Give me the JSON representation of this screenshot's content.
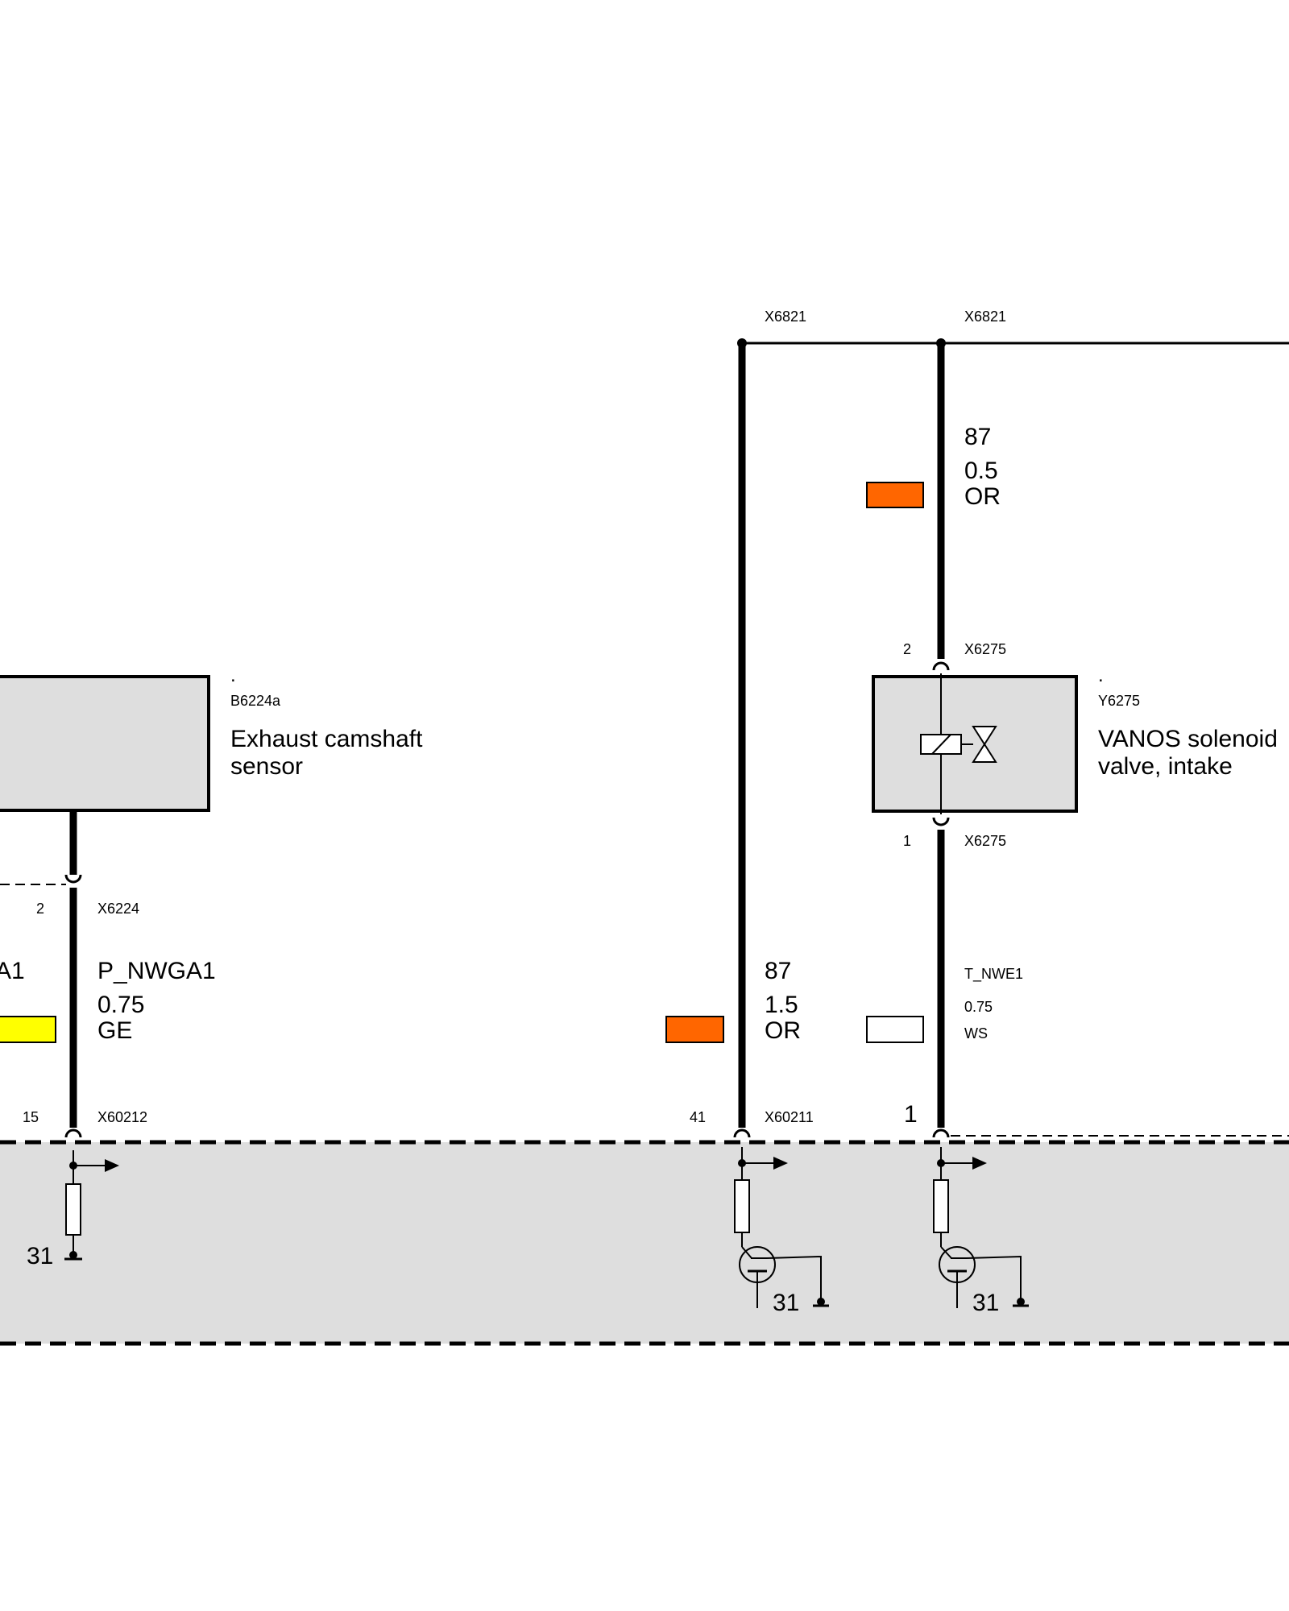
{
  "colors": {
    "background": "#ffffff",
    "component_fill": "#dedede",
    "ecu_fill": "#dedede",
    "wire": "#000000",
    "OR": "#ff6600",
    "GE": "#ffff00",
    "WS": "#ffffff"
  },
  "connectors_top": {
    "left": "X6821",
    "right": "X6821"
  },
  "components": {
    "camshaft_sensor": {
      "dot": ".",
      "id": "B6224a",
      "name_line1": "Exhaust camshaft",
      "name_line2": "sensor"
    },
    "vanos_valve": {
      "dot": ".",
      "id": "Y6275",
      "name_line1": "VANOS solenoid",
      "name_line2": "valve, intake"
    }
  },
  "wires": {
    "sensor_signal": {
      "signal_partial": "A1",
      "signal": "P_NWGA1",
      "gauge": "0.75",
      "color_code": "GE",
      "component_pin": "2",
      "component_connector": "X6224",
      "ecu_pin": "15",
      "ecu_connector": "X60212",
      "ground": "31"
    },
    "supply_left": {
      "terminal": "87",
      "gauge": "1.5",
      "color_code": "OR",
      "ecu_pin": "41",
      "ecu_connector": "X60211",
      "ground": "31"
    },
    "supply_right": {
      "terminal": "87",
      "gauge": "0.5",
      "color_code": "OR",
      "component_pin": "2",
      "component_connector": "X6275"
    },
    "valve_control": {
      "signal": "T_NWE1",
      "gauge": "0.75",
      "color_code": "WS",
      "component_pin": "1",
      "component_connector": "X6275",
      "ecu_pin": "1",
      "ground": "31"
    }
  }
}
